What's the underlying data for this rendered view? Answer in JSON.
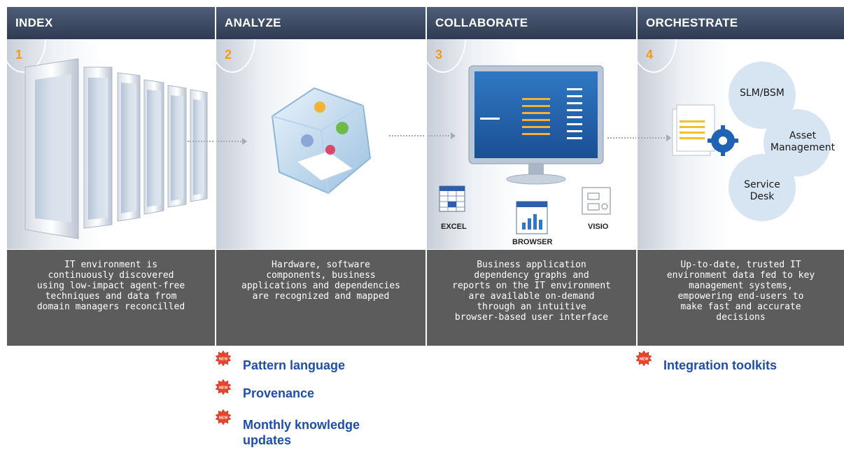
{
  "steps": [
    {
      "number": "1",
      "title": "INDEX",
      "description": [
        "IT environment is",
        "continuously discovered",
        "using low-impact agent-free",
        "techniques and data from",
        "domain managers reconcilled"
      ]
    },
    {
      "number": "2",
      "title": "ANALYZE",
      "description": [
        "Hardware, software",
        "components, business",
        "applications and dependencies",
        "are recognized and mapped"
      ]
    },
    {
      "number": "3",
      "title": "COLLABORATE",
      "description": [
        "Business application",
        "dependency graphs and",
        "reports on the IT environment",
        "are available on-demand",
        "through an intuitive",
        "browser-based user interface"
      ],
      "outputs": {
        "excel": "EXCEL",
        "browser": "BROWSER",
        "visio": "VISIO"
      }
    },
    {
      "number": "4",
      "title": "ORCHESTRATE",
      "description": [
        "Up-to-date, trusted IT",
        "environment data fed to key",
        "management systems,",
        "empowering end-users to",
        "make fast and accurate",
        "decisions"
      ],
      "targets": {
        "slm": "SLM/BSM",
        "asset_1": "Asset",
        "asset_2": "Management",
        "desk_1": "Service",
        "desk_2": "Desk"
      }
    }
  ],
  "new_badge": "NEW",
  "new_features_analyze": [
    "Pattern language",
    "Provenance",
    "Monthly knowledge",
    "updates"
  ],
  "new_features_orchestrate": [
    "Integration toolkits"
  ],
  "colors": {
    "header": "#3b4863",
    "desc_bar": "#5c5c5c",
    "step_number": "#f29a1a",
    "link": "#1e4ea8",
    "badge": "#e8442a"
  }
}
